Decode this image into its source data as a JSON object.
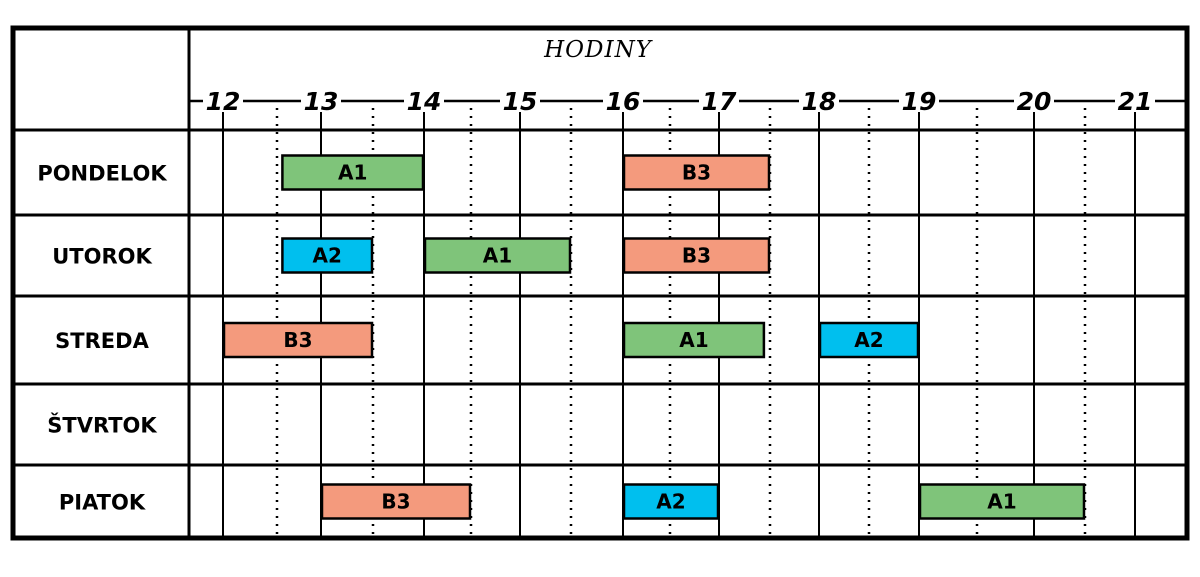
{
  "title": "HODINY",
  "hours": [
    "12",
    "13",
    "14",
    "15",
    "16",
    "17",
    "18",
    "19",
    "20",
    "21"
  ],
  "days": [
    {
      "label": "PONDELOK",
      "blocks": [
        {
          "label": "A1",
          "start": 12.55,
          "end": 14.0,
          "color": "green"
        },
        {
          "label": "B3",
          "start": 16.0,
          "end": 17.5,
          "color": "salmon"
        }
      ]
    },
    {
      "label": "UTOROK",
      "blocks": [
        {
          "label": "A2",
          "start": 12.55,
          "end": 13.5,
          "color": "blue"
        },
        {
          "label": "A1",
          "start": 14.0,
          "end": 15.5,
          "color": "green"
        },
        {
          "label": "B3",
          "start": 16.0,
          "end": 17.5,
          "color": "salmon"
        }
      ]
    },
    {
      "label": "STREDA",
      "blocks": [
        {
          "label": "B3",
          "start": 12.0,
          "end": 13.5,
          "color": "salmon"
        },
        {
          "label": "A1",
          "start": 16.0,
          "end": 17.45,
          "color": "green"
        },
        {
          "label": "A2",
          "start": 18.0,
          "end": 19.0,
          "color": "blue"
        }
      ]
    },
    {
      "label": "ŠTVRTOK",
      "blocks": []
    },
    {
      "label": "PIATOK",
      "blocks": [
        {
          "label": "B3",
          "start": 13.0,
          "end": 14.5,
          "color": "salmon"
        },
        {
          "label": "A2",
          "start": 16.0,
          "end": 17.0,
          "color": "blue"
        },
        {
          "label": "A1",
          "start": 19.0,
          "end": 20.5,
          "color": "green"
        }
      ]
    }
  ],
  "colors": {
    "green": "#7fc47a",
    "salmon": "#f49a7d",
    "blue": "#00bfee",
    "line": "#000000"
  }
}
